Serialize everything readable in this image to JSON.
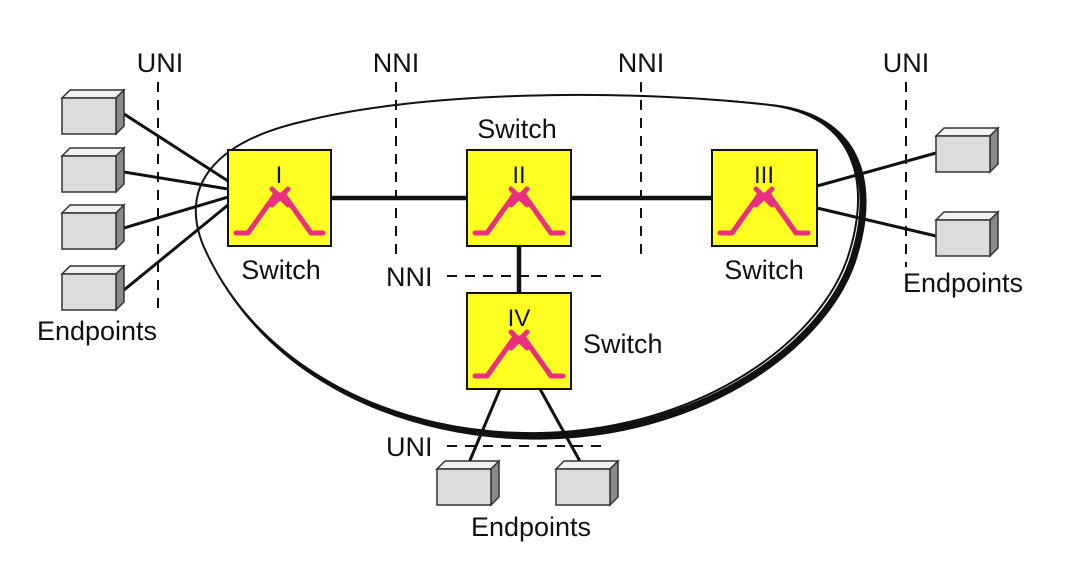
{
  "interface_labels": {
    "uni_left": "UNI",
    "nni_left": "NNI",
    "nni_right": "NNI",
    "uni_right": "UNI",
    "nni_middle": "NNI",
    "uni_bottom": "UNI"
  },
  "switches": {
    "s1": {
      "id": "I",
      "label": "Switch"
    },
    "s2": {
      "id": "II",
      "label": "Switch"
    },
    "s3": {
      "id": "III",
      "label": "Switch"
    },
    "s4": {
      "id": "IV",
      "label": "Switch"
    }
  },
  "endpoint_groups": {
    "left": "Endpoints",
    "right": "Endpoints",
    "bottom": "Endpoints"
  },
  "colors": {
    "switch_fill": "#ffff22",
    "switch_symbol": "#ea2f82",
    "endpoint_fill": "#dcdcdc"
  }
}
